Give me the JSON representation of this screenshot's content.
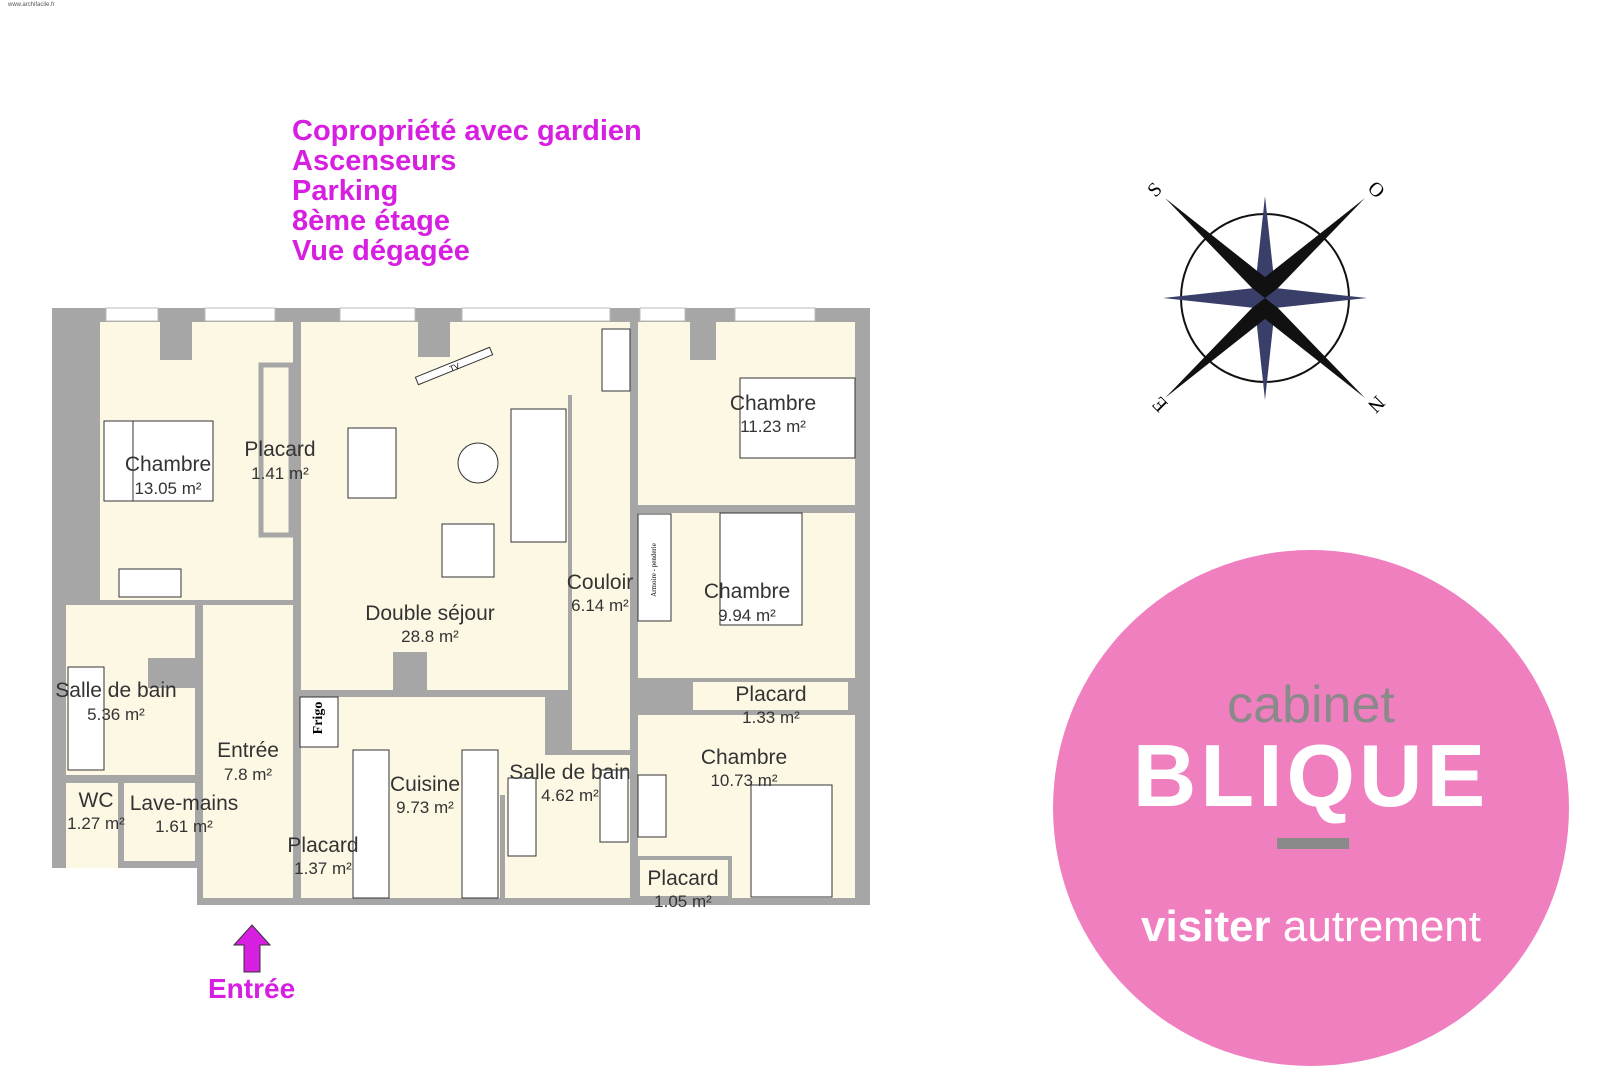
{
  "source": "www.archifacile.fr",
  "features": [
    "Copropriété avec gardien",
    "Ascenseurs",
    "Parking",
    "8ème étage",
    "Vue dégagée"
  ],
  "entrance_label": "Entrée",
  "compass": {
    "s": "S",
    "o": "O",
    "e": "E",
    "n": "N"
  },
  "rooms": [
    {
      "name": "Chambre",
      "area": "13.05 m²"
    },
    {
      "name": "Placard",
      "area": "1.41 m²"
    },
    {
      "name": "Double séjour",
      "area": "28.8 m²"
    },
    {
      "name": "Couloir",
      "area": "6.14 m²"
    },
    {
      "name": "Chambre",
      "area": "11.23 m²"
    },
    {
      "name": "Chambre",
      "area": "9.94 m²"
    },
    {
      "name": "Placard",
      "area": "1.33 m²"
    },
    {
      "name": "Chambre",
      "area": "10.73 m²"
    },
    {
      "name": "Placard",
      "area": "1.05 m²"
    },
    {
      "name": "Salle de bain",
      "area": "5.36 m²"
    },
    {
      "name": "Entrée",
      "area": "7.8 m²"
    },
    {
      "name": "WC",
      "area": "1.27 m²"
    },
    {
      "name": "Lave-mains",
      "area": "1.61 m²"
    },
    {
      "name": "Placard",
      "area": "1.37 m²"
    },
    {
      "name": "Cuisine",
      "area": "9.73 m²"
    },
    {
      "name": "Salle de bain",
      "area": "4.62 m²"
    }
  ],
  "furniture": {
    "frigo": "Frigo",
    "tv": "TV",
    "armoire": "Armoire - penderie"
  },
  "logo": {
    "top": "cabinet",
    "brand": "BLIQUE",
    "tagline_bold": "visiter",
    "tagline": "autrement"
  },
  "colors": {
    "accent": "#d61fe0",
    "wall": "#a6a6a6",
    "room": "#fdf8e4",
    "logo_bg": "#f07fbf"
  }
}
